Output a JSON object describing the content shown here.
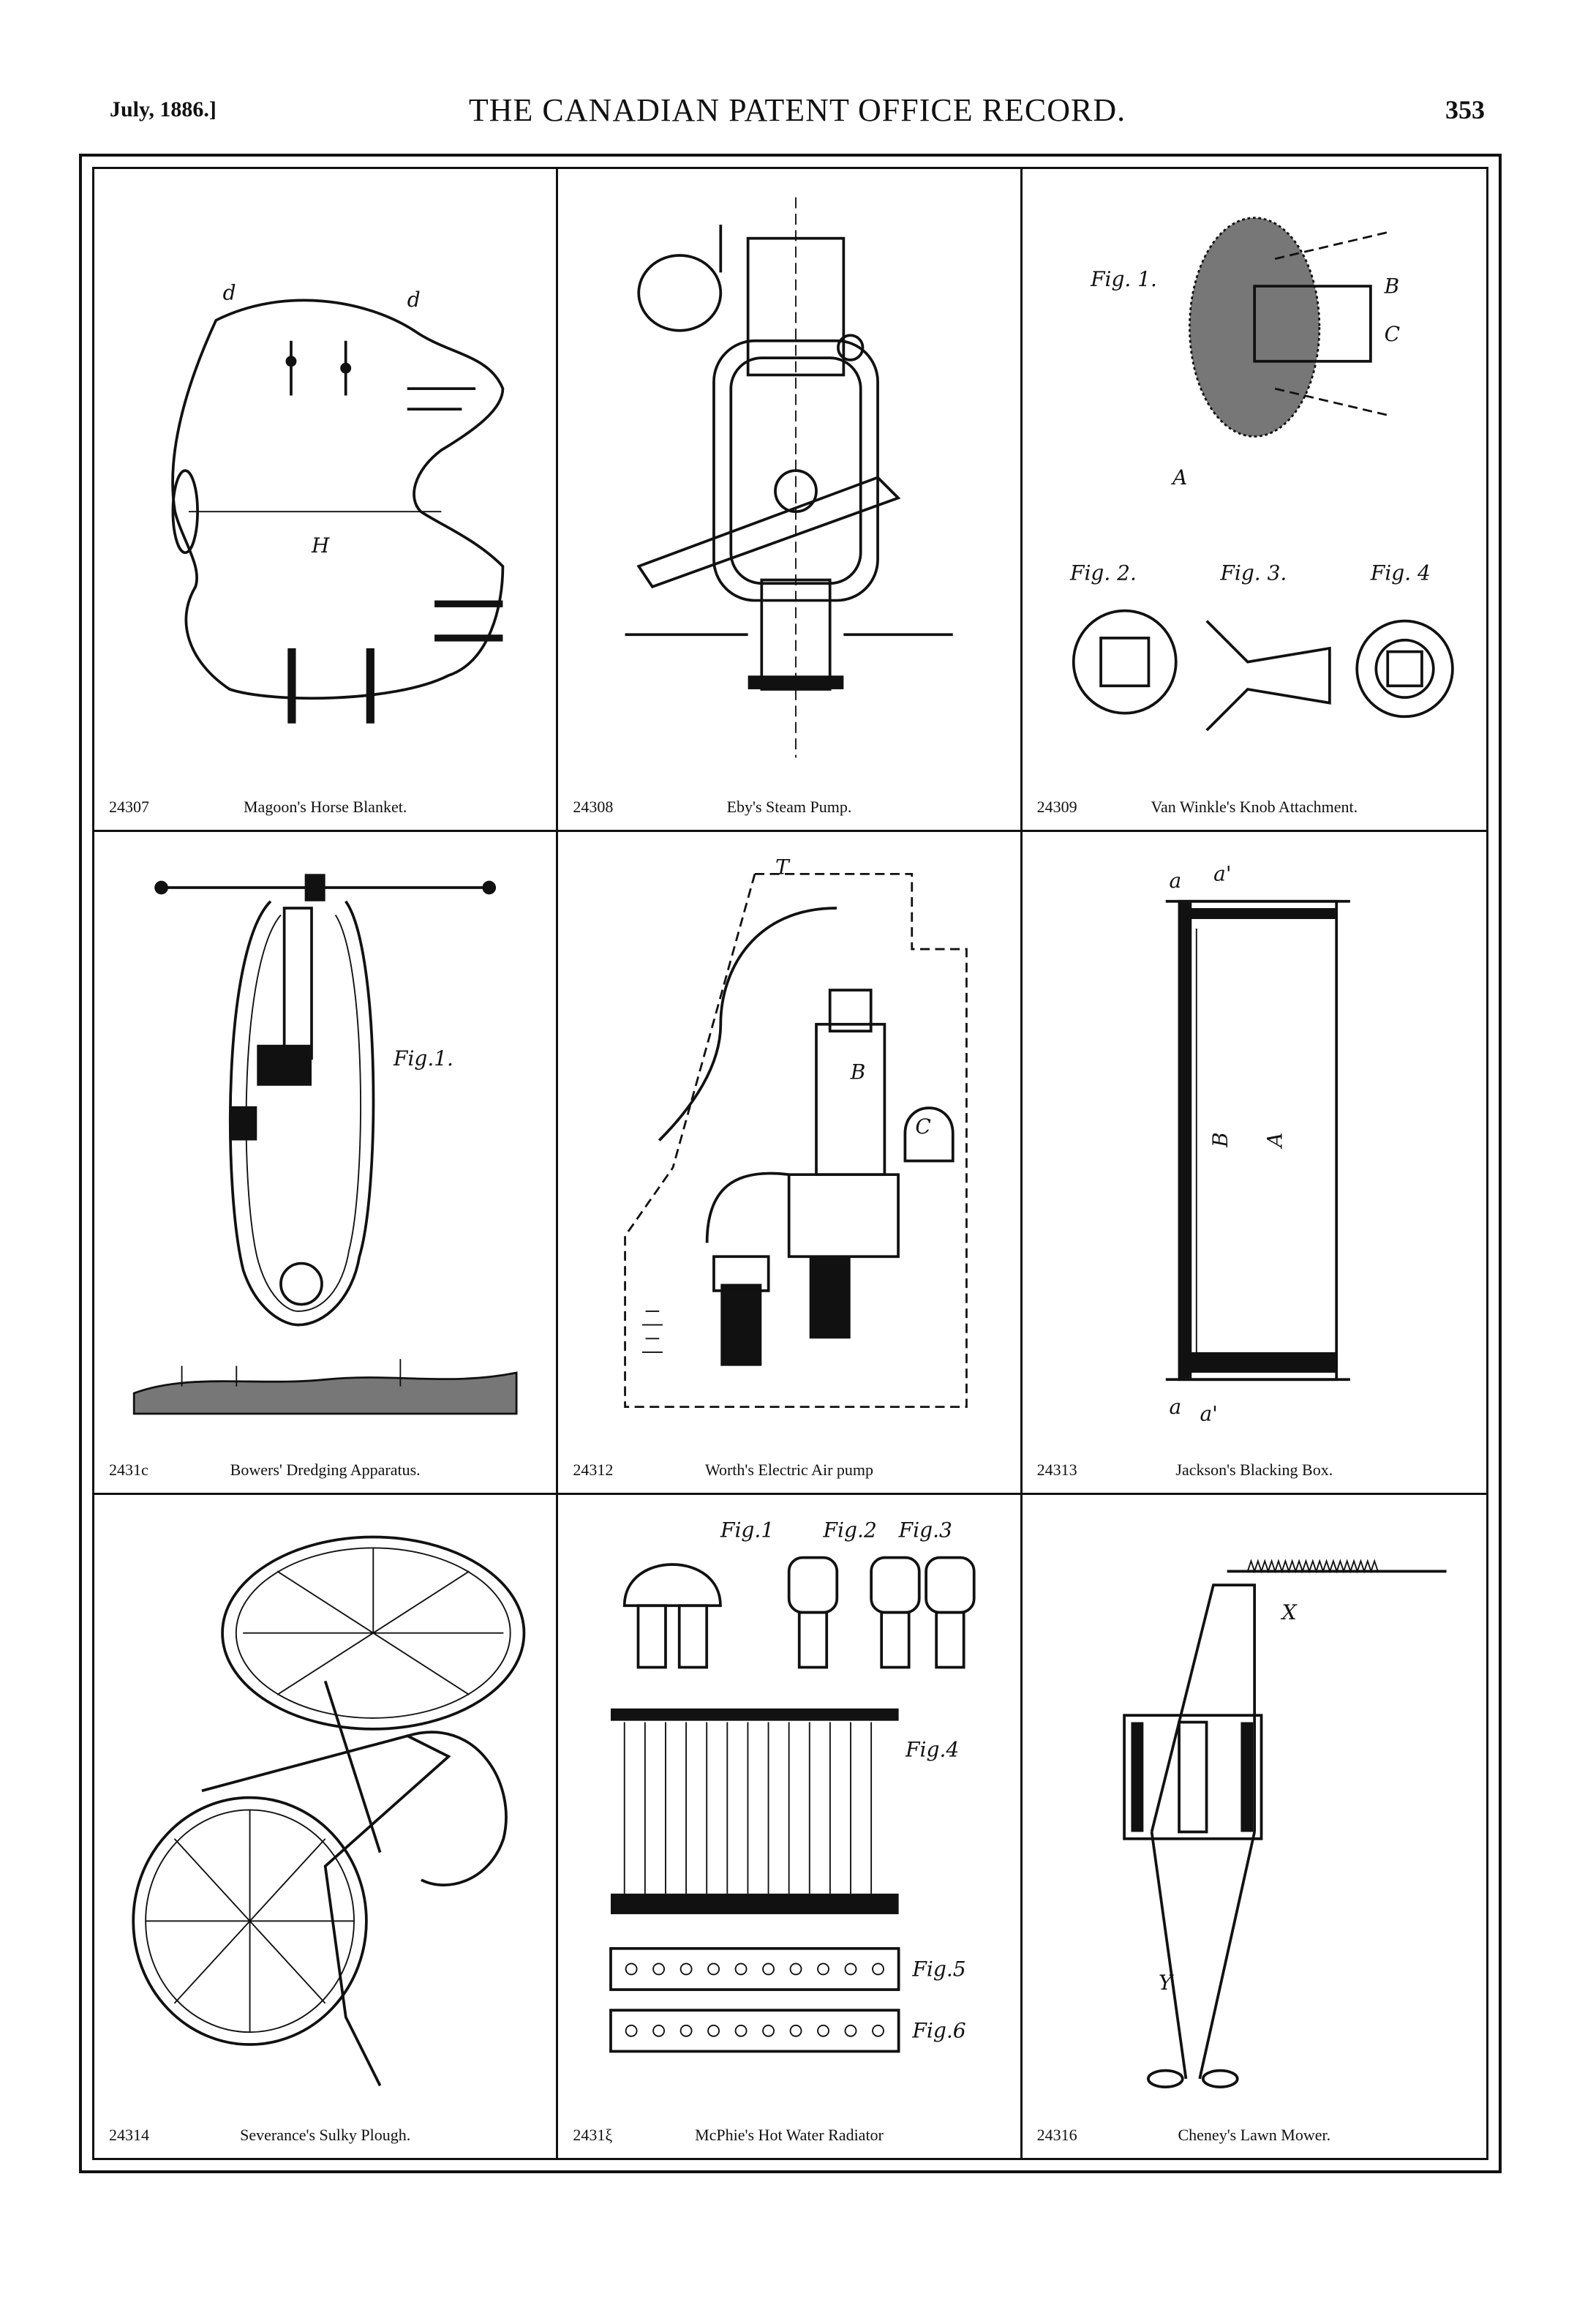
{
  "header": {
    "date": "July, 1886.]",
    "title": "THE CANADIAN PATENT OFFICE RECORD.",
    "page": "353"
  },
  "patents": [
    {
      "number": "24307",
      "name": "Magoon's Horse Blanket."
    },
    {
      "number": "24308",
      "name": "Eby's Steam Pump."
    },
    {
      "number": "24309",
      "name": "Van Winkle's Knob Attachment."
    },
    {
      "number": "2431c",
      "name": "Bowers' Dredging Apparatus."
    },
    {
      "number": "24312",
      "name": "Worth's Electric Air pump"
    },
    {
      "number": "24313",
      "name": "Jackson's Blacking Box."
    },
    {
      "number": "24314",
      "name": "Severance's Sulky Plough."
    },
    {
      "number": "2431ξ",
      "name": "McPhie's Hot Water Radiator"
    },
    {
      "number": "24316",
      "name": "Cheney's Lawn Mower."
    }
  ],
  "figure_labels": {
    "vw_fig1": "Fig. 1.",
    "vw_fig2": "Fig. 2.",
    "vw_fig3": "Fig. 3.",
    "vw_fig4": "Fig. 4",
    "bw_fig1": "Fig.1.",
    "mc_fig1": "Fig.1",
    "mc_fig2": "Fig.2",
    "mc_fig3": "Fig.3",
    "mc_fig4": "Fig.4",
    "mc_fig5": "Fig.5",
    "mc_fig6": "Fig.6"
  }
}
